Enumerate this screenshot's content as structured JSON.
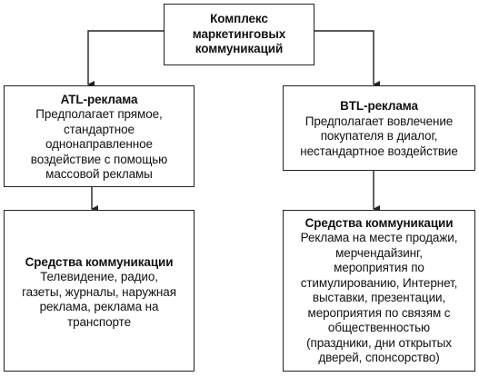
{
  "top": {
    "title": "Комплекс\nмаркетинговых\nкоммуникаций"
  },
  "atl": {
    "title": "ATL-реклама",
    "body": "Предполагает прямое,\nстандартное\nоднонаправленное\nвоздействие с помощью\nмассовой рекламы"
  },
  "btl": {
    "title": "BTL-реклама",
    "body": "Предполагает вовлечение\nпокупателя в диалог,\nнестандартное воздействие"
  },
  "atl_media": {
    "title": "Средства коммуникации",
    "body": "Телевидение, радио,\nгазеты, журналы, наружная\nреклама, реклама на\nтранспорте"
  },
  "btl_media": {
    "title": "Средства коммуникации",
    "body": "Реклама на месте продажи,\nмерчендайзинг,\nмероприятия по\nстимулированию, Интернет,\nвыставки, презентации,\nмероприятия по связям с\nобщественностью\n(праздники, дни открытых\nдверей, спонсорство)"
  }
}
